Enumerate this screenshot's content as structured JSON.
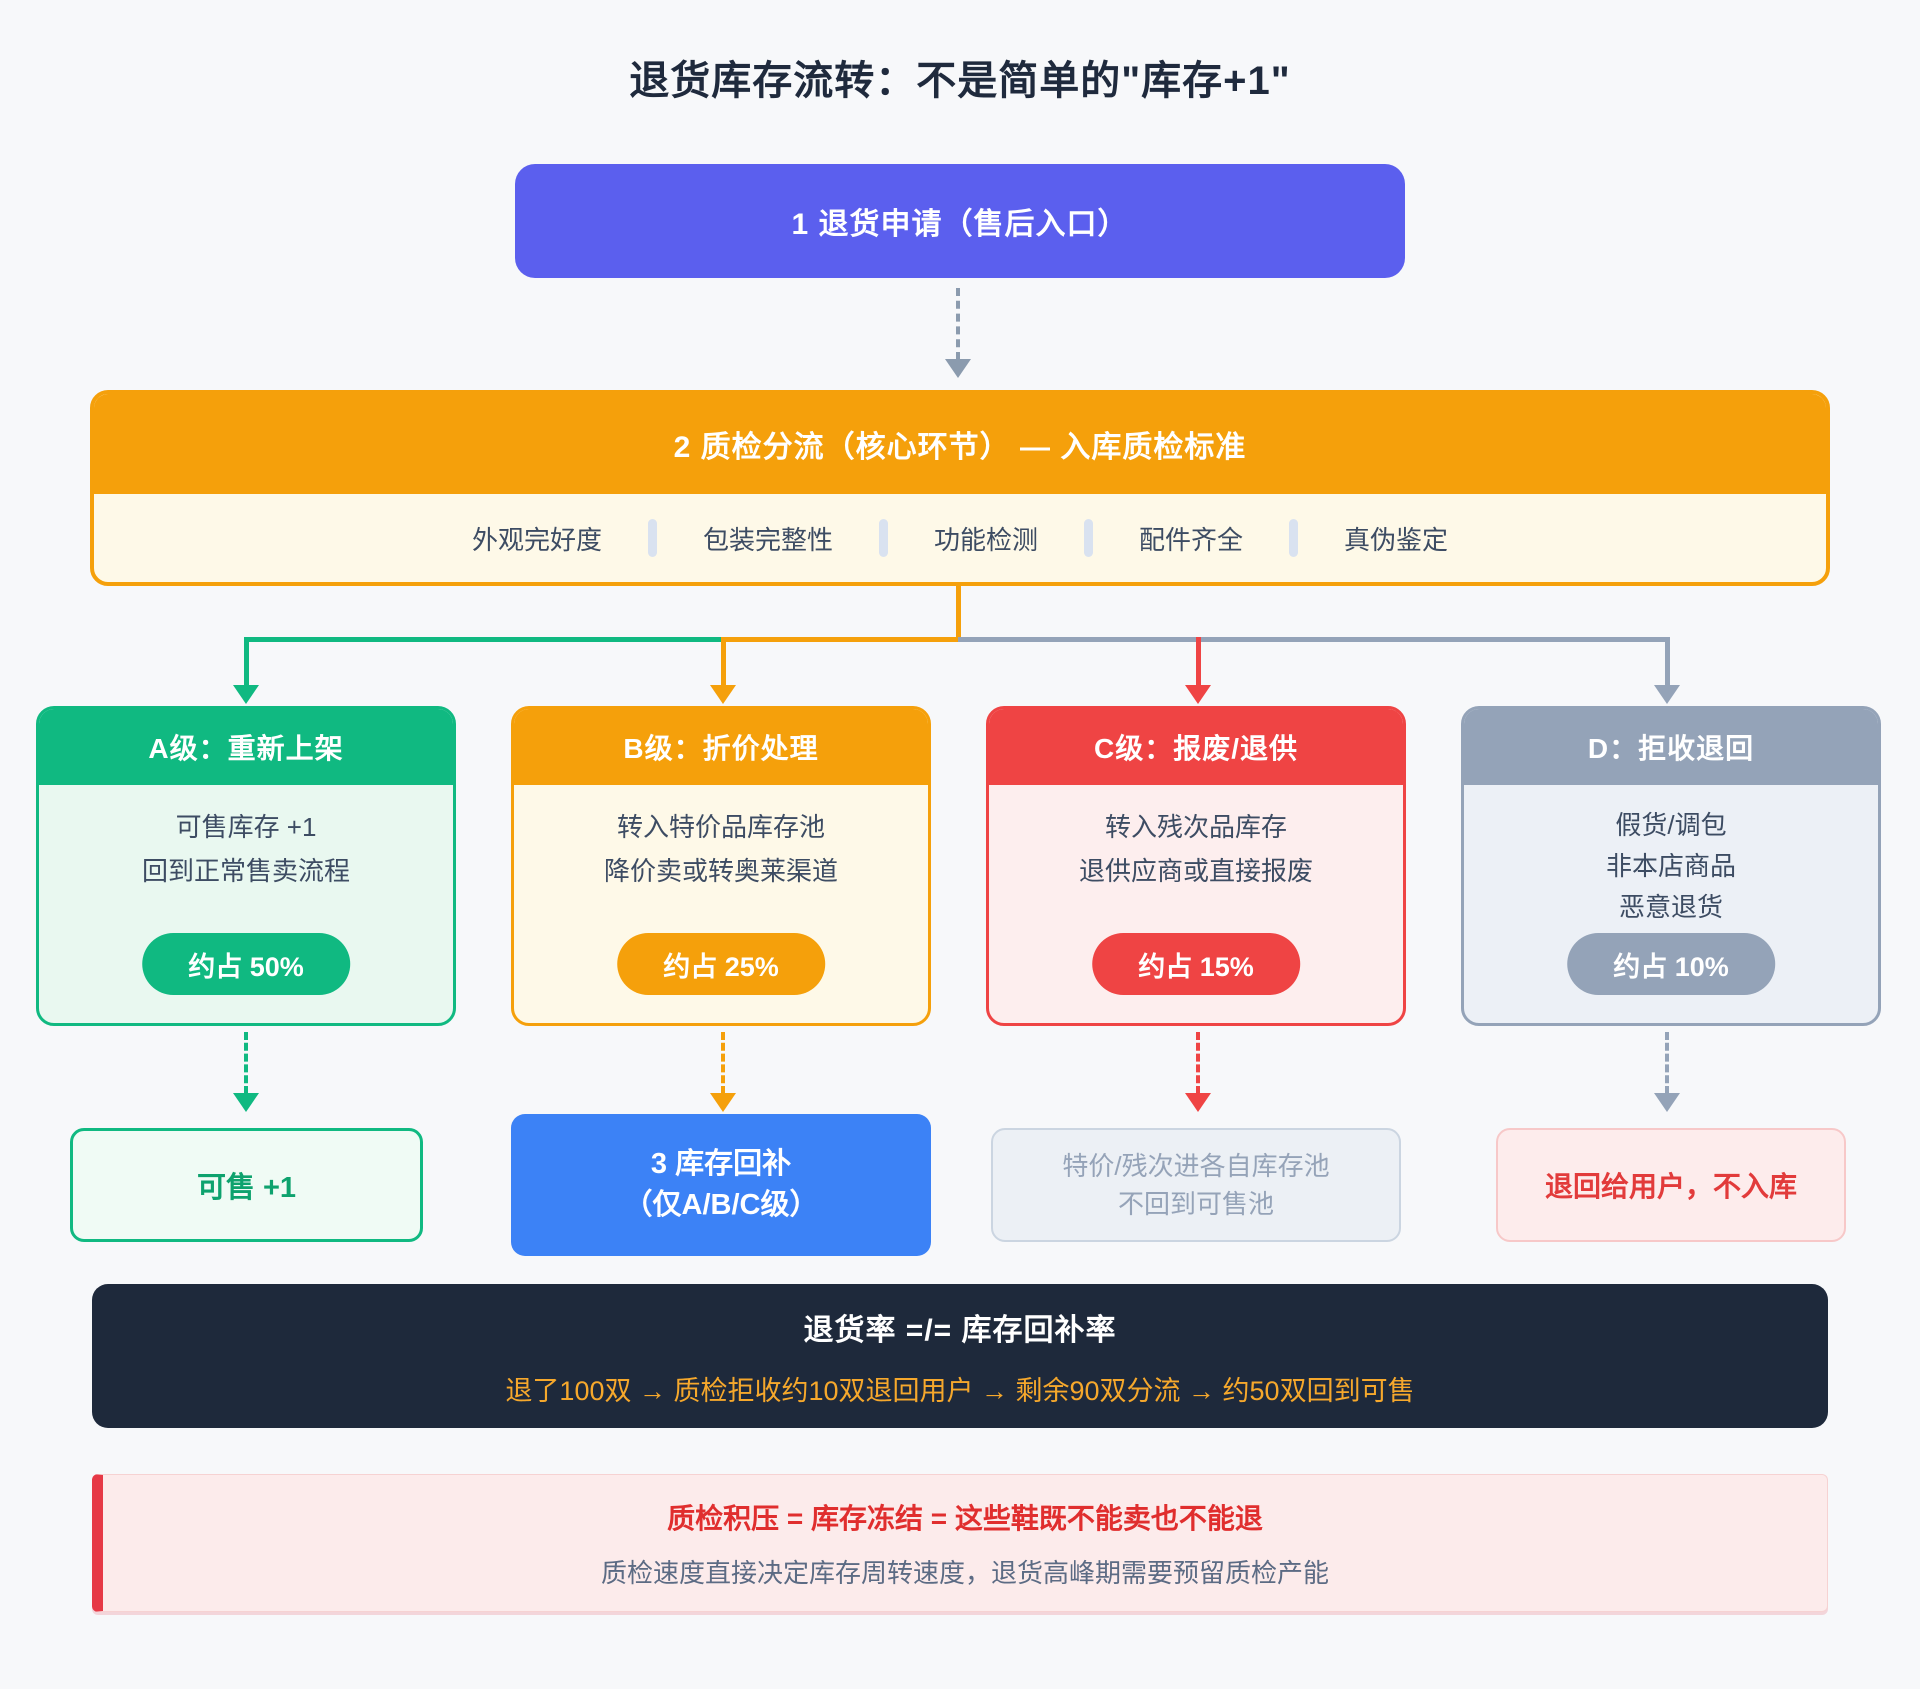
{
  "page": {
    "title": "退货库存流转：不是简单的\"库存+1\""
  },
  "flow": {
    "step1": {
      "label": "1 退货申请（售后入口）"
    },
    "step2": {
      "label": "2 质检分流（核心环节） — 入库质检标准",
      "criteria": [
        "外观完好度",
        "包装完整性",
        "功能检测",
        "配件齐全",
        "真伪鉴定"
      ]
    },
    "branches": [
      {
        "id": "A",
        "title": "A级：重新上架",
        "lines": [
          "可售库存 +1",
          "回到正常售卖流程"
        ],
        "share": "约占 50%",
        "color": "#10B981"
      },
      {
        "id": "B",
        "title": "B级：折价处理",
        "lines": [
          "转入特价品库存池",
          "降价卖或转奥莱渠道"
        ],
        "share": "约占 25%",
        "color": "#F5A00B"
      },
      {
        "id": "C",
        "title": "C级：报废/退供",
        "lines": [
          "转入残次品库存",
          "退供应商或直接报废"
        ],
        "share": "约占 15%",
        "color": "#EF4444"
      },
      {
        "id": "D",
        "title": "D：拒收退回",
        "lines": [
          "假货/调包",
          "非本店商品",
          "恶意退货"
        ],
        "share": "约占 10%",
        "color": "#94A3B8"
      }
    ],
    "outcomes": {
      "sellable": {
        "label": "可售 +1",
        "color": "#10B981"
      },
      "replenish": {
        "lines": [
          "3 库存回补",
          "（仅A/B/C级）"
        ],
        "color": "#3C82F6"
      },
      "pools": {
        "lines": [
          "特价/残次进各自库存池",
          "不回到可售池"
        ],
        "color": "#95A3B8"
      },
      "rejected": {
        "label": "退回给用户，不入库",
        "color": "#E23B3B"
      }
    },
    "summary": {
      "title": "退货率 =/= 库存回补率",
      "detail": "退了100双 → 质检拒收约10双退回用户 → 剩余90双分流 → 约50双回到可售",
      "bg": "#1E293B",
      "accent": "#F6A82C"
    },
    "warning": {
      "title": "质检积压 = 库存冻结 = 这些鞋既不能卖也不能退",
      "detail": "质检速度直接决定库存周转速度，退货高峰期需要预留质检产能",
      "accent": "#E63946"
    }
  },
  "colors": {
    "page_bg": "#F7F8FA",
    "step1_bg": "#5B5FEE",
    "step2_bg": "#F5A00B",
    "step2_body_bg": "#FEF9E8",
    "connector_gray": "#8B9BAE"
  }
}
